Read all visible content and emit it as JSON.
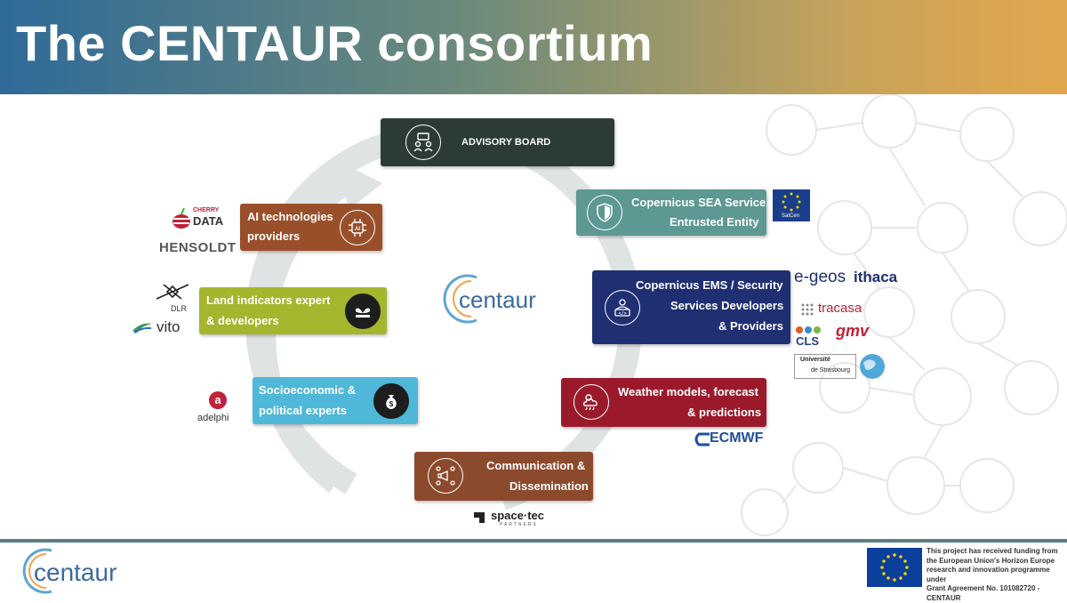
{
  "slide": {
    "title": "The CENTAUR consortium"
  },
  "diagram": {
    "boxes": {
      "advisory": "ADVISORY BOARD",
      "ai": [
        "AI technologies",
        "providers"
      ],
      "land": [
        "Land indicators expert",
        "& developers"
      ],
      "socio": [
        "Socioeconomic &",
        "political experts"
      ],
      "comm": [
        "Communication &",
        "Dissemination"
      ],
      "sea": [
        "Copernicus SEA Service",
        "Entrusted Entity"
      ],
      "ems": [
        "Copernicus EMS / Security",
        "Services Developers",
        "& Providers"
      ],
      "weather": [
        "Weather models, forecast",
        "& predictions"
      ]
    },
    "center_logo": "centaur",
    "partners": {
      "cherry": [
        "CHERRY",
        "DATA"
      ],
      "hensoldt": "HENSOLDT",
      "dlr": "DLR",
      "vito": "vito",
      "adelphi": "adelphi",
      "spacetec": "space·tec",
      "spacetec_sub": "PARTNERS",
      "satcen": "SatCen",
      "egeos": "e-geos",
      "ithaca": "ithaca",
      "tracasa": "tracasa",
      "cls": "CLS",
      "gmv": "gmv",
      "strasbourg": [
        "Université",
        "de Strasbourg"
      ],
      "ecmwf": "ECMWF"
    },
    "colors": {
      "advisory": "#2b3b38",
      "ai": "#9a4f2b",
      "land": "#a4b62e",
      "socio": "#4fb8d8",
      "comm": "#8b4a2c",
      "sea": "#5d9892",
      "ems": "#1f2f72",
      "weather": "#9a1a2c",
      "arrow": "#dfe3e3"
    }
  },
  "footer": {
    "logo": "centaur",
    "funding": [
      "This project has received funding from",
      "the European Union's Horizon Europe",
      "research and innovation programme under",
      "Grant Agreement No. 101082720 - CENTAUR"
    ]
  }
}
